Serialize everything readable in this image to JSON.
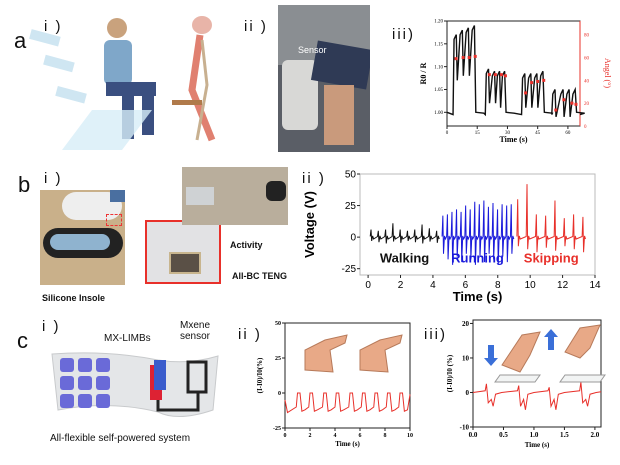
{
  "panels": {
    "a": {
      "label": "a",
      "sub": [
        "i )",
        "ii )",
        "iii)"
      ],
      "sensor_label": "Sensor"
    },
    "b": {
      "label": "b",
      "sub": [
        "i )",
        "ii )"
      ],
      "annotations": {
        "insole": "Silicone Insole",
        "teng": "All-BC TENG",
        "activity": "Activity"
      }
    },
    "c": {
      "label": "c",
      "sub": [
        "i )",
        "ii )",
        "iii)"
      ],
      "annotations": {
        "limbs": "MX-LIMBs",
        "sensor": "Mxene sensor",
        "system": "All-flexible  self-powered system"
      }
    }
  },
  "colors": {
    "red": "#e8302a",
    "blue": "#1a1adb",
    "black": "#111111",
    "solar": "#6a6ad8"
  },
  "chart_data": [
    {
      "id": "a-iii",
      "type": "line",
      "xlabel": "Time (s)",
      "ylabel": "R0 / R",
      "y2label": "Angel (°)",
      "xlim": [
        0,
        66
      ],
      "ylim": [
        0.97,
        1.2
      ],
      "y2lim": [
        0,
        92
      ],
      "xticks": [
        "0",
        "15",
        "30",
        "45",
        "60"
      ],
      "yticks": [
        "1.00",
        "1.05",
        "1.10",
        "1.15",
        "1.20"
      ],
      "y2ticks": [
        "0",
        "20",
        "40",
        "60",
        "80"
      ],
      "baseline": 1.0,
      "bursts": [
        {
          "t": [
            4,
            7,
            10,
            13
          ],
          "peaks": [
            1.17,
            1.18,
            1.185,
            1.19
          ],
          "lows": [
            1.07,
            1.08,
            1.08
          ],
          "angle": 60
        },
        {
          "t": [
            20,
            23,
            25.5,
            28
          ],
          "peaks": [
            1.095,
            1.09,
            1.09,
            1.09
          ],
          "lows": [
            1.02,
            1.02,
            1.01
          ],
          "angle": 45
        },
        {
          "t": [
            38,
            41,
            44,
            47
          ],
          "peaks": [
            1.085,
            1.085,
            1.085,
            1.09
          ],
          "lows": [
            1.01,
            1.01,
            1.01
          ],
          "angle": 40
        },
        {
          "t": [
            53,
            57,
            60,
            63
          ],
          "peaks": [
            1.05,
            1.05,
            1.05,
            1.05
          ],
          "lows": [
            0.99,
            0.99,
            0.99
          ],
          "angle": 22
        }
      ],
      "angle_markers": [
        [
          4.5,
          59
        ],
        [
          8,
          60
        ],
        [
          11,
          60
        ],
        [
          14,
          61
        ],
        [
          21,
          45
        ],
        [
          24,
          45
        ],
        [
          27,
          45
        ],
        [
          29,
          44
        ],
        [
          39,
          29
        ],
        [
          42,
          38
        ],
        [
          45,
          39
        ],
        [
          48,
          40
        ],
        [
          54,
          14
        ],
        [
          58,
          23
        ],
        [
          62,
          20
        ],
        [
          64,
          19
        ]
      ]
    },
    {
      "id": "b-ii",
      "type": "line",
      "xlabel": "Time (s)",
      "ylabel": "Voltage (V)",
      "xlim": [
        -0.5,
        14
      ],
      "ylim": [
        -30,
        50
      ],
      "xticks": [
        "0",
        "2",
        "4",
        "6",
        "8",
        "10",
        "12",
        "14"
      ],
      "yticks": [
        "-25",
        "0",
        "25",
        "50"
      ],
      "series": [
        {
          "name": "Walking",
          "color": "#111111",
          "t_range": [
            0,
            4.5
          ],
          "peak_amplitudes": [
            6,
            5,
            6,
            11,
            6,
            5,
            6,
            10,
            7,
            5
          ],
          "min": -5
        },
        {
          "name": "Running",
          "color": "#1a1adb",
          "t_range": [
            4.5,
            9
          ],
          "peak_amplitudes": [
            17,
            18,
            20,
            22,
            20,
            25,
            22,
            28,
            26,
            29,
            24,
            27,
            22,
            26,
            25,
            26
          ],
          "min": -22
        },
        {
          "name": "Skipping",
          "color": "#e8302a",
          "t_range": [
            9,
            13.6
          ],
          "peak_amplitudes": [
            30,
            42,
            18,
            17,
            29,
            15,
            18,
            16
          ],
          "min": -12
        }
      ]
    },
    {
      "id": "c-ii",
      "type": "line",
      "xlabel": "Time (s)",
      "ylabel": "(I-I0)/I0(%)",
      "xlim": [
        0,
        10
      ],
      "ylim": [
        -25,
        50
      ],
      "xticks": [
        "0",
        "2",
        "4",
        "6",
        "8",
        "10"
      ],
      "yticks": [
        "-25",
        "0",
        "25",
        "50"
      ],
      "pulse_times": [
        1.0,
        2.0,
        3.1,
        4.1,
        5.2,
        6.2,
        7.2,
        8.2,
        9.2
      ],
      "peak": 0,
      "trough": -13,
      "color": "#e8302a"
    },
    {
      "id": "c-iii",
      "type": "line",
      "xlabel": "Time (s)",
      "ylabel": "(I-I0)/I0 (%)",
      "xlim": [
        0,
        2.1
      ],
      "ylim": [
        -10,
        21
      ],
      "xticks": [
        "0.0",
        "0.5",
        "1.0",
        "1.5",
        "2.0"
      ],
      "yticks": [
        "-10",
        "0",
        "10",
        "20"
      ],
      "events": [
        {
          "t": 0.22,
          "peak": 2.5,
          "trough": -4
        },
        {
          "t": 0.75,
          "peak": 2,
          "trough": -5
        },
        {
          "t": 1.25,
          "peak": 1.5,
          "trough": -5
        },
        {
          "t": 1.77,
          "peak": 3,
          "trough": -4
        }
      ],
      "color": "#e8302a"
    }
  ]
}
